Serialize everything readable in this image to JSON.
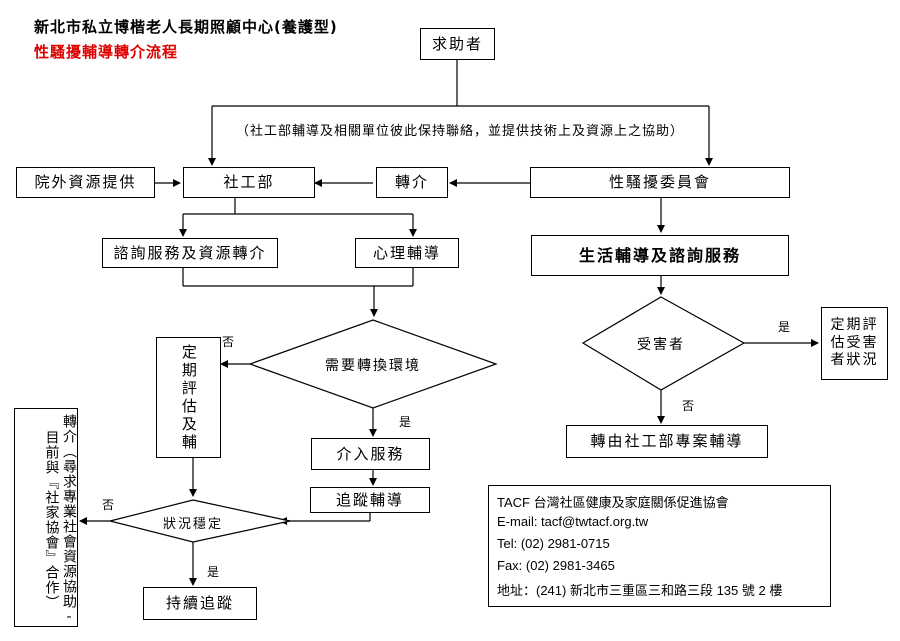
{
  "title": "新北市私立博楷老人長期照顧中心(養護型)",
  "subtitle": "性騷擾輔導轉介流程",
  "nodes": {
    "help_seeker": "求助者",
    "note": "（社工部輔導及相關單位彼此保持聯絡，並提供技術上及資源上之協助）",
    "external_resources": "院外資源提供",
    "social_work": "社工部",
    "referral": "轉介",
    "committee": "性騷擾委員會",
    "consultation": "諮詢服務及資源轉介",
    "counseling": "心理輔導",
    "life_guidance": "生活輔導及諮詢服務",
    "need_transfer": "需要轉換環境",
    "victim": "受害者",
    "periodic_eval": "定期評估及輔",
    "periodic_eval_victim": "定期評估受害者狀況",
    "intervention": "介入服務",
    "referral_case": "轉由社工部專案輔導",
    "tracking": "追蹤輔導",
    "stable": "狀況穩定",
    "continue_tracking": "持續追蹤",
    "referral_resource": "轉介（尋求專業社會資源協助-目前與『社家協會』合作）"
  },
  "labels": {
    "yes": "是",
    "no": "否"
  },
  "contact": {
    "org": "TACF  台灣社區健康及家庭關係促進協會",
    "email": "E-mail: tacf@twtacf.org.tw",
    "tel": "Tel: (02) 2981-0715",
    "fax": "Fax: (02) 2981-3465",
    "address": "地址：(241)  新北市三重區三和路三段 135 號 2 樓"
  }
}
